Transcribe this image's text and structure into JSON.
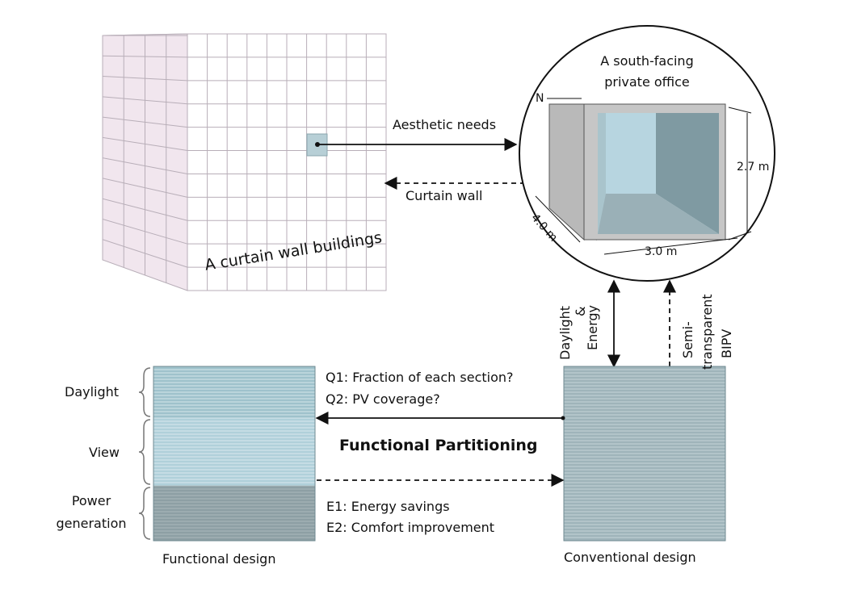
{
  "building": {
    "label": "A curtain wall buildings",
    "grid_cols": 10,
    "grid_rows": 11,
    "face_color": "#ffffff",
    "side_color": "#f1e6ee",
    "grid_color": "#b8aeb8",
    "highlight_color": "#b7cfd6"
  },
  "office": {
    "title_line1": "A south-facing",
    "title_line2": "private office",
    "north_label": "N",
    "height_label": "2.7 m",
    "depth_label": "4.0 m",
    "width_label": "3.0 m"
  },
  "arrows": {
    "aesthetic_needs": "Aesthetic needs",
    "curtain_wall": "Curtain wall",
    "daylight_energy_line1": "Daylight",
    "daylight_energy_line2": "&",
    "daylight_energy_line3": "Energy",
    "semi_transparent_line1": "Semi-",
    "semi_transparent_line2": "transparent",
    "semi_transparent_line3": "BIPV"
  },
  "functional": {
    "daylight_label": "Daylight",
    "view_label": "View",
    "power_label_line1": "Power",
    "power_label_line2": "generation",
    "caption": "Functional design",
    "colors": {
      "daylight": "#9fc2cc",
      "view": "#b0d0da",
      "power": "#8d9fa4"
    }
  },
  "conventional": {
    "caption": "Conventional design",
    "color": "#9fb4ba"
  },
  "middle": {
    "q1": "Q1:  Fraction of each section?",
    "q2": "Q2:  PV coverage?",
    "title": "Functional Partitioning",
    "e1": "E1:  Energy savings",
    "e2": "E2:  Comfort improvement"
  }
}
